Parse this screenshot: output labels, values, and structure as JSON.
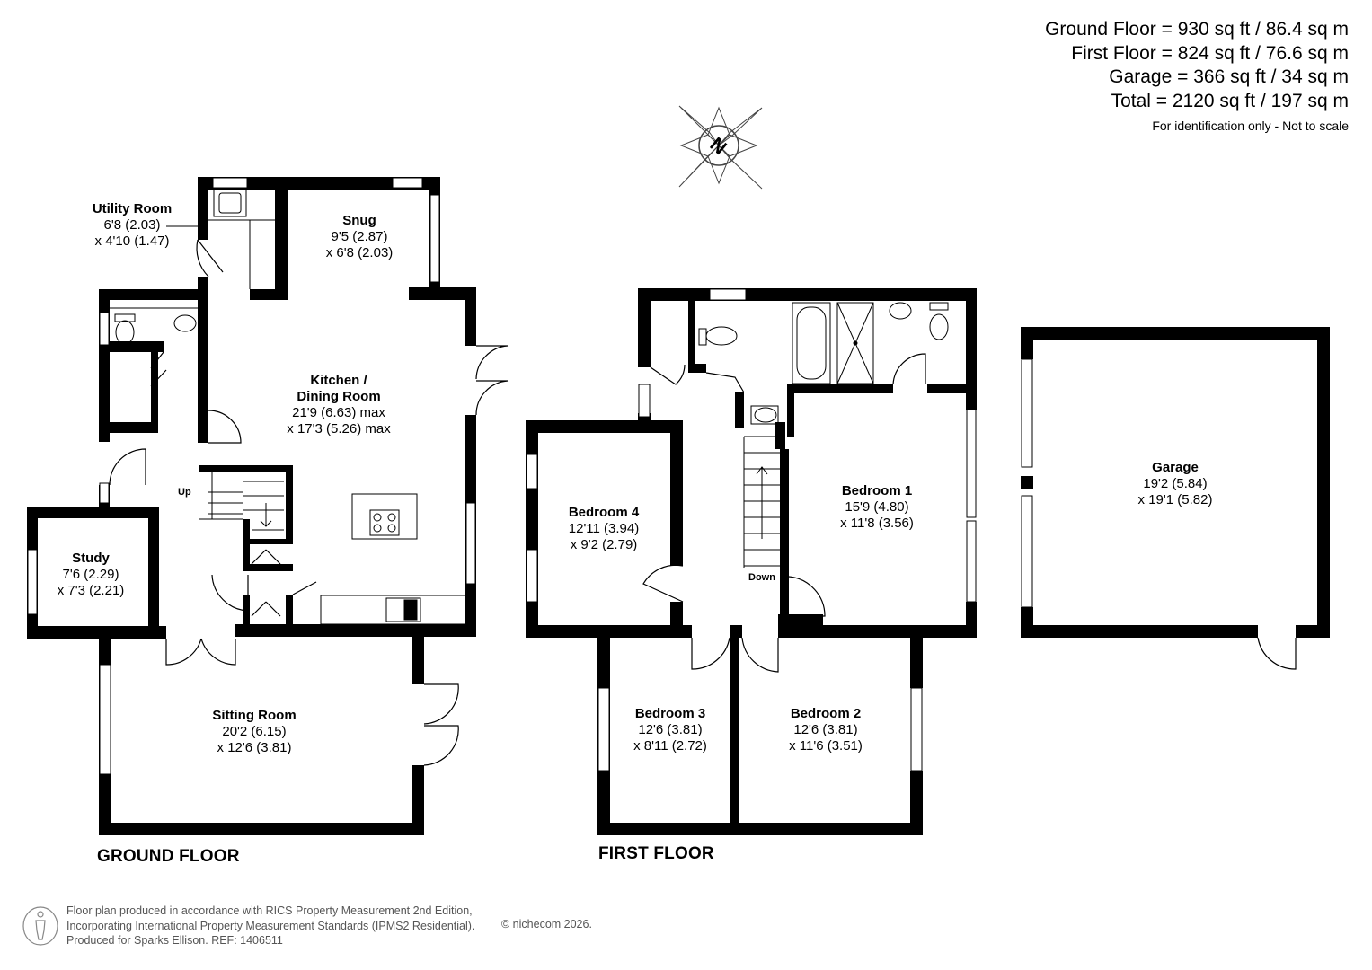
{
  "areas": {
    "ground_floor": "Ground Floor = 930 sq ft / 86.4 sq m",
    "first_floor": "First Floor = 824 sq ft / 76.6 sq m",
    "garage": "Garage = 366 sq ft / 34 sq m",
    "total": "Total = 2120 sq ft / 197 sq m",
    "note": "For identification only - Not to scale"
  },
  "compass": {
    "label": "N",
    "icon": "compass-north-icon"
  },
  "rooms": {
    "utility": {
      "name": "Utility Room",
      "dim1": "6'8 (2.03)",
      "dim2": "x 4'10 (1.47)"
    },
    "snug": {
      "name": "Snug",
      "dim1": "9'5 (2.87)",
      "dim2": "x 6'8 (2.03)"
    },
    "kitchen": {
      "name1": "Kitchen /",
      "name2": "Dining Room",
      "dim1": "21'9 (6.63) max",
      "dim2": "x 17'3 (5.26) max"
    },
    "study": {
      "name": "Study",
      "dim1": "7'6 (2.29)",
      "dim2": "x 7'3 (2.21)"
    },
    "sitting": {
      "name": "Sitting Room",
      "dim1": "20'2 (6.15)",
      "dim2": "x 12'6 (3.81)"
    },
    "bedroom4": {
      "name": "Bedroom 4",
      "dim1": "12'11 (3.94)",
      "dim2": "x 9'2 (2.79)"
    },
    "bedroom1": {
      "name": "Bedroom 1",
      "dim1": "15'9 (4.80)",
      "dim2": "x 11'8 (3.56)"
    },
    "bedroom3": {
      "name": "Bedroom 3",
      "dim1": "12'6 (3.81)",
      "dim2": "x 8'11 (2.72)"
    },
    "bedroom2": {
      "name": "Bedroom 2",
      "dim1": "12'6 (3.81)",
      "dim2": "x 11'6 (3.51)"
    },
    "garage": {
      "name": "Garage",
      "dim1": "19'2 (5.84)",
      "dim2": "x 19'1 (5.82)"
    }
  },
  "stair_labels": {
    "up": "Up",
    "down": "Down"
  },
  "floor_labels": {
    "ground": "GROUND FLOOR",
    "first": "FIRST FLOOR"
  },
  "footer": {
    "line1": "Floor plan produced in accordance with RICS Property Measurement 2nd Edition,",
    "line2": "Incorporating International Property Measurement Standards (IPMS2 Residential).",
    "line3": "Produced for Sparks Ellison.   REF: 1406511",
    "credit": "© nichecom 2026."
  },
  "colors": {
    "wall": "#000000",
    "window": "#ffffff",
    "fixture": "#000000",
    "footer_text": "#555555"
  }
}
